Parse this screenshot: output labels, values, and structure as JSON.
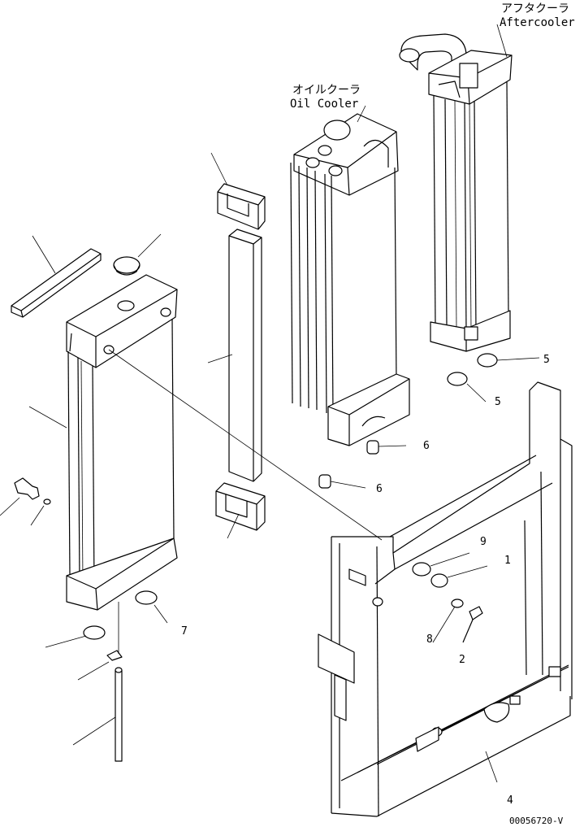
{
  "labels": {
    "aftercooler_jp": "アフタクーラ",
    "aftercooler_en": "Aftercooler",
    "oil_cooler_jp": "オイルクーラ",
    "oil_cooler_en": "Oil Cooler"
  },
  "callouts": {
    "c5a": "5",
    "c5b": "5",
    "c6a": "6",
    "c6b": "6",
    "c9": "9",
    "c1": "1",
    "c8": "8",
    "c2": "2",
    "c4": "4",
    "c7": "7"
  },
  "drawing_code": "00056720-V"
}
